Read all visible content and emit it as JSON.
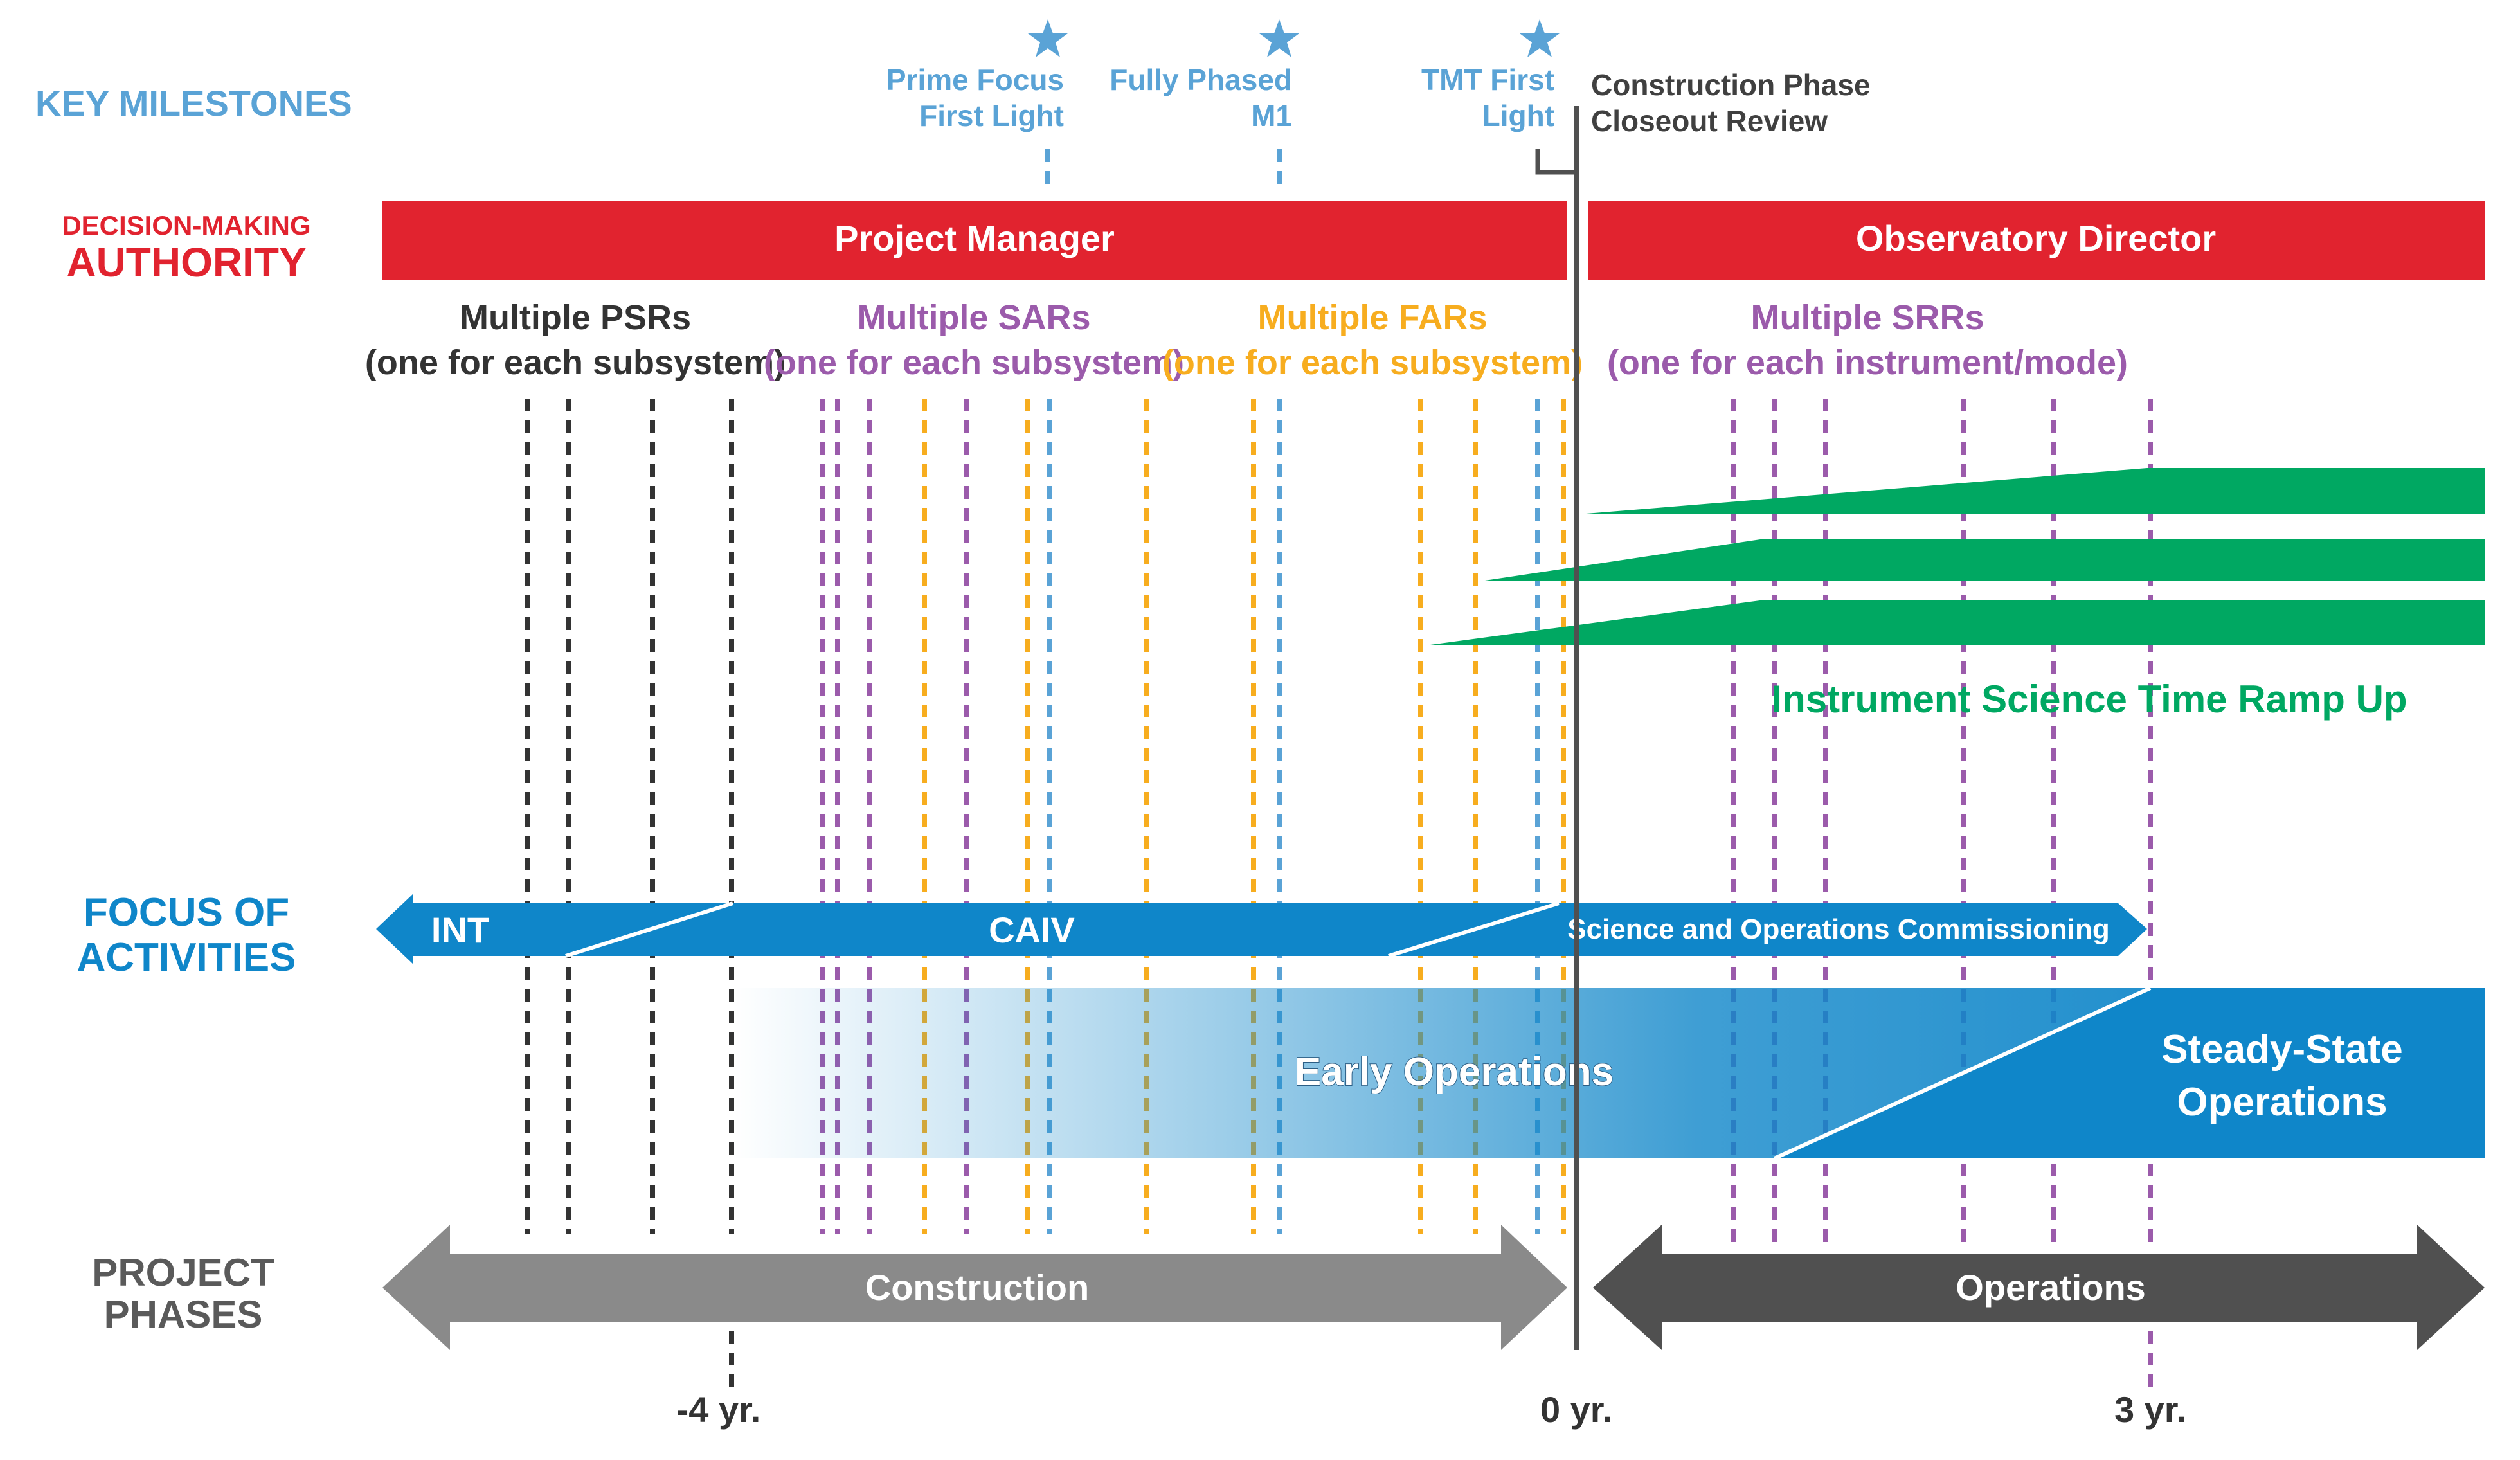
{
  "colors": {
    "milestone_blue": "#5aa3d6",
    "authority_red": "#e1232f",
    "psr_dark": "#333333",
    "sar_purple": "#9b5bab",
    "far_orange": "#f7ad1f",
    "srr_purple": "#9b5bab",
    "science_green": "#00a862",
    "focus_blue": "#0f86c9",
    "construction_gray": "#8a8a8a",
    "operations_gray": "#505050",
    "phases_text": "#5a5a5a"
  },
  "left_labels": {
    "key_milestones": "KEY MILESTONES",
    "decision_small": "DECISION-MAKING",
    "decision_big": "AUTHORITY",
    "focus_line1": "FOCUS OF",
    "focus_line2": "ACTIVITIES",
    "phases_line1": "PROJECT",
    "phases_line2": "PHASES"
  },
  "milestones": [
    {
      "line1": "Prime Focus",
      "line2": "First Light",
      "icon": "star-icon"
    },
    {
      "line1": "Fully Phased",
      "line2": "M1",
      "icon": "star-icon"
    },
    {
      "line1": "TMT First",
      "line2": "Light",
      "icon": "star-icon"
    }
  ],
  "closeout": {
    "line1": "Construction Phase",
    "line2": "Closeout Review"
  },
  "authority": {
    "project_manager": "Project Manager",
    "observatory_director": "Observatory Director"
  },
  "reviews": [
    {
      "line1": "Multiple PSRs",
      "line2": "(one for each subsystem)"
    },
    {
      "line1": "Multiple SARs",
      "line2": "(one for each subsystem)"
    },
    {
      "line1": "Multiple FARs",
      "line2": "(one for each subsystem)"
    },
    {
      "line1": "Multiple SRRs",
      "line2": "(one for each instrument/mode)"
    }
  ],
  "science_ramp_label": "Instrument Science Time Ramp Up",
  "focus": {
    "int": "INT",
    "caiv": "CAIV",
    "commissioning": "Science and Operations Commissioning"
  },
  "operations_band": {
    "early": "Early Operations",
    "steady_line1": "Steady-State",
    "steady_line2": "Operations"
  },
  "phases": {
    "construction": "Construction",
    "operations": "Operations"
  },
  "timeline_ticks": [
    "-4 yr.",
    "0 yr.",
    "3 yr."
  ]
}
